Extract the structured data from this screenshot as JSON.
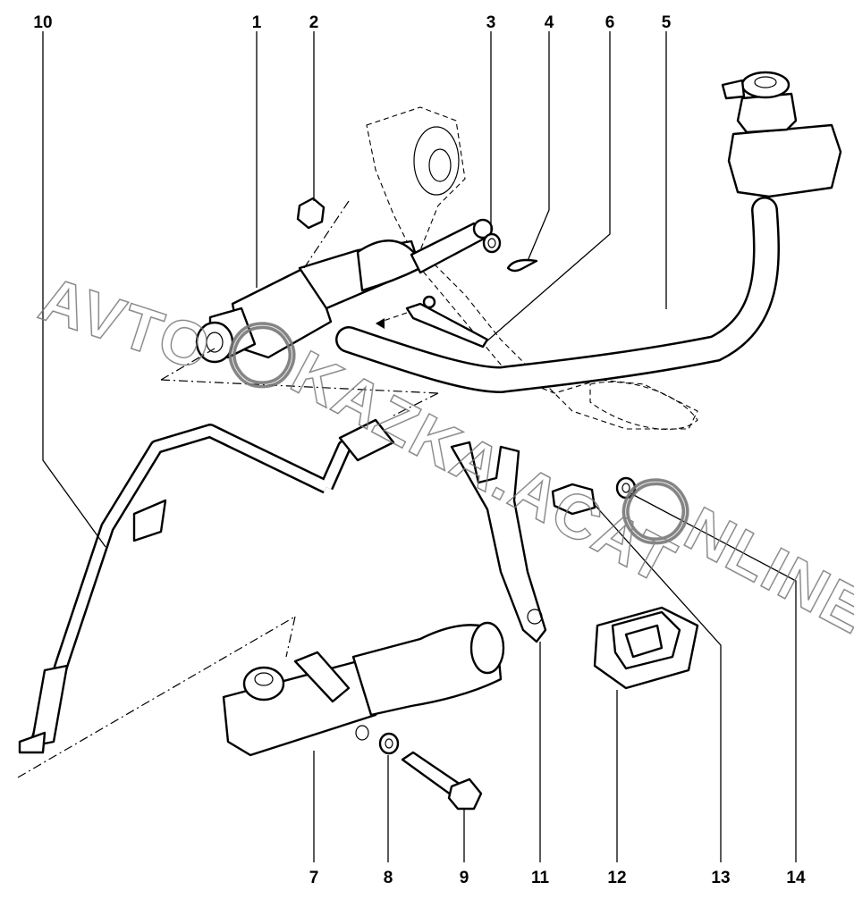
{
  "diagram": {
    "callouts_top": [
      "10",
      "1",
      "2",
      "3",
      "4",
      "6",
      "5"
    ],
    "callouts_bottom": [
      "7",
      "8",
      "9",
      "11",
      "12",
      "13",
      "14"
    ]
  },
  "watermark": "AVTOKAZKA.ACAT ONLINE"
}
